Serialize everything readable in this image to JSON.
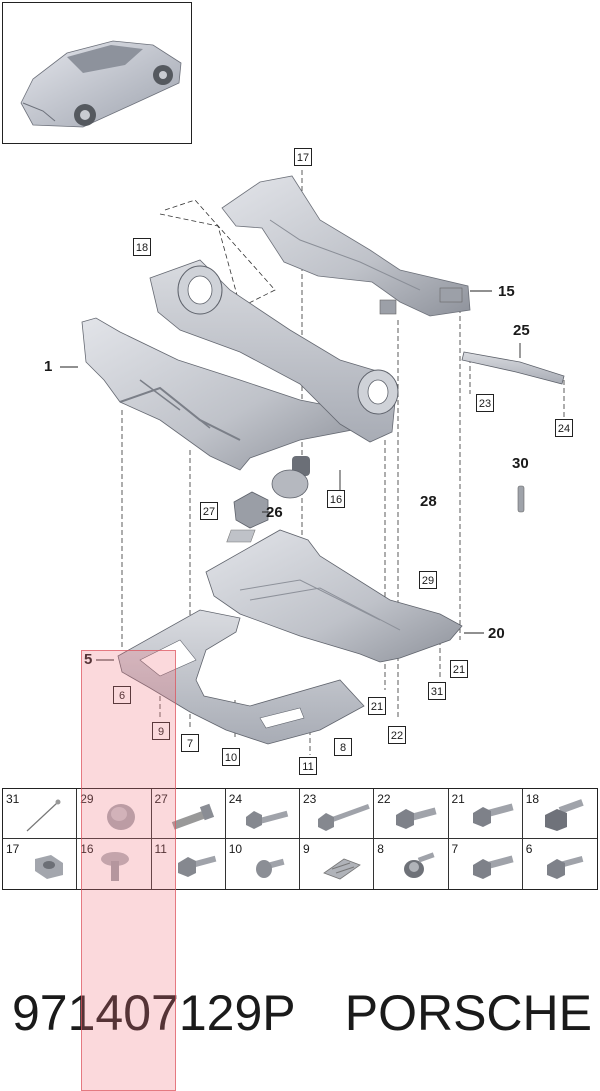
{
  "diagram": {
    "callouts": [
      {
        "id": "c17",
        "label": "17",
        "style": "box"
      },
      {
        "id": "c18",
        "label": "18",
        "style": "box"
      },
      {
        "id": "c15",
        "label": "15",
        "style": "bold"
      },
      {
        "id": "c25",
        "label": "25",
        "style": "bold"
      },
      {
        "id": "c1",
        "label": "1",
        "style": "bold"
      },
      {
        "id": "c23",
        "label": "23",
        "style": "box"
      },
      {
        "id": "c24",
        "label": "24",
        "style": "box"
      },
      {
        "id": "c30",
        "label": "30",
        "style": "bold"
      },
      {
        "id": "c16",
        "label": "16",
        "style": "box"
      },
      {
        "id": "c27",
        "label": "27",
        "style": "box"
      },
      {
        "id": "c26",
        "label": "26",
        "style": "bold"
      },
      {
        "id": "c28",
        "label": "28",
        "style": "bold"
      },
      {
        "id": "c29",
        "label": "29",
        "style": "box"
      },
      {
        "id": "c20",
        "label": "20",
        "style": "bold"
      },
      {
        "id": "c21a",
        "label": "21",
        "style": "box"
      },
      {
        "id": "c5",
        "label": "5",
        "style": "bold"
      },
      {
        "id": "c6",
        "label": "6",
        "style": "box"
      },
      {
        "id": "c31",
        "label": "31",
        "style": "box"
      },
      {
        "id": "c9",
        "label": "9",
        "style": "box"
      },
      {
        "id": "c21b",
        "label": "21",
        "style": "box"
      },
      {
        "id": "c7",
        "label": "7",
        "style": "box"
      },
      {
        "id": "c22",
        "label": "22",
        "style": "box"
      },
      {
        "id": "c10",
        "label": "10",
        "style": "box"
      },
      {
        "id": "c8",
        "label": "8",
        "style": "box"
      },
      {
        "id": "c11",
        "label": "11",
        "style": "box"
      }
    ]
  },
  "parts_table": {
    "row1": [
      "31",
      "29",
      "27",
      "24",
      "23",
      "22",
      "21",
      "18"
    ],
    "row2": [
      "17",
      "16",
      "11",
      "10",
      "9",
      "8",
      "7",
      "6"
    ]
  },
  "footer": {
    "part_number": "971407129P",
    "brand": "PORSCHE"
  },
  "colors": {
    "part_gray": "#b9bcc4",
    "part_dark": "#7a7e88",
    "highlight": "#f0788280"
  }
}
